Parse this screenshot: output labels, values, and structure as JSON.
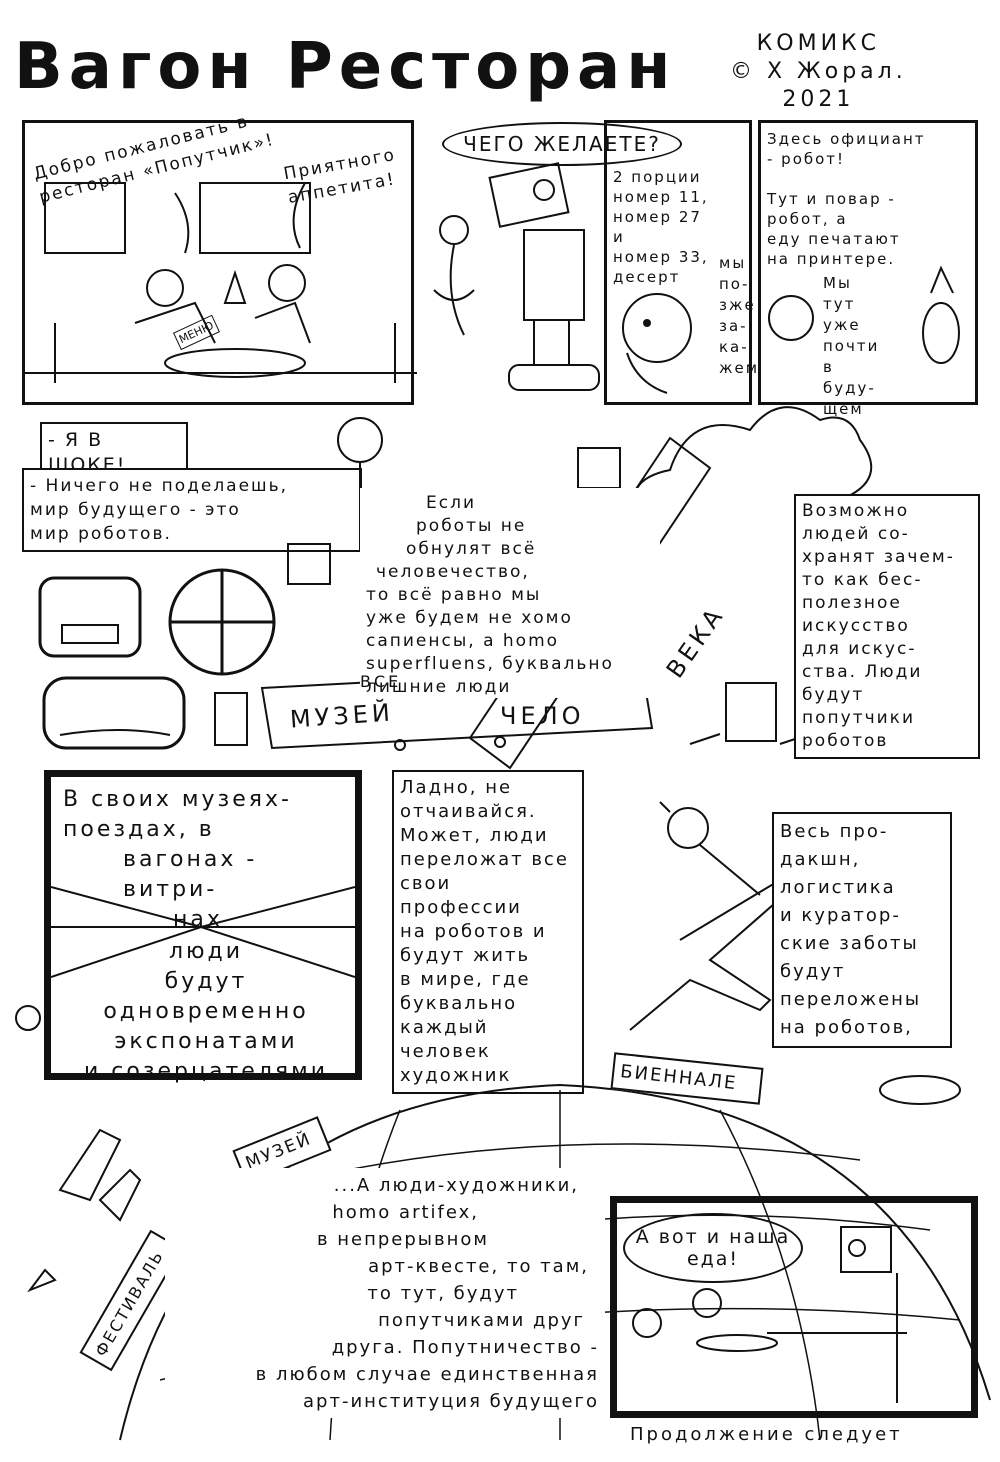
{
  "title": "Вагон Ресторан",
  "credit": [
    "КОМИКС",
    "© Х Жорал.",
    "2021"
  ],
  "row1": {
    "welcome": "Добро пожаловать в ресторан «Попутчик»!",
    "appetite": "Приятного аппетита!",
    "menu": "МЕНЮ",
    "what_wish": "ЧЕГО ЖЕЛАЕТЕ?",
    "order_lines": [
      "2 порции",
      "номер 11,",
      "номер 27 и",
      "номер 33,",
      "десерт"
    ],
    "later_lines": [
      "мы",
      "по-",
      "зже",
      "за-",
      "ка-",
      "жем"
    ],
    "waiter_lines": [
      "Здесь официант",
      "- робот!"
    ],
    "cook_lines": [
      "Тут и повар -",
      "робот, а",
      "еду печатают",
      "на принтере."
    ],
    "future_lines": [
      "Мы",
      "тут",
      "уже",
      "почти",
      "в буду-",
      "щем"
    ]
  },
  "row2": {
    "shock": "- Я В ШОКЕ!",
    "nothing_lines": [
      "- Ничего не поделаешь,",
      "мир будущего - это",
      "мир роботов."
    ],
    "zero_lines": [
      "Если",
      "роботы не",
      "обнулят всё",
      "человечество,",
      "то всё равно мы",
      "уже будем не хомо",
      "сапиенсы, а homo",
      "superfluens, буквально",
      "лишние люди"
    ],
    "maybe_lines": [
      "Возможно",
      "людей со-",
      "хранят зачем-",
      "то как бес-",
      "полезное",
      "искусство",
      "для искус-",
      "ства. Люди",
      "будут",
      "попутчики",
      "роботов"
    ],
    "train_cars": [
      "ВСЕ",
      "МУЗЕЙ",
      "ЧЕЛО",
      "ВЕКА"
    ]
  },
  "row3": {
    "museum_lines": [
      "В своих музеях-",
      "поездах, в",
      "вагонах - витри-",
      "нах"
    ],
    "people_lines": [
      "люди",
      "будут",
      "одновременно",
      "экспонатами",
      "и созерцателями"
    ],
    "calm_lines": [
      "Ладно, не",
      "отчаивайся.",
      "Может, люди",
      "переложат все",
      "свои профессии",
      "на роботов и",
      "будут жить",
      "в мире, где",
      "буквально",
      "каждый",
      "человек",
      "художник"
    ],
    "production_lines": [
      "Весь про-",
      "дакшн,",
      "логистика",
      "и куратор-",
      "ские заботы",
      "будут",
      "переложены",
      "на роботов,"
    ]
  },
  "row4": {
    "biennale": "БИЕННАЛЕ",
    "museum_sign": "МУЗЕЙ",
    "festival": "ФЕСТИВАЛЬ",
    "artifex_lines": [
      "...А люди-художники,",
      "homo artifex,",
      "в непрерывном",
      "арт-квесте, то там,",
      "то тут, будут",
      "попутчиками друг",
      "друга. Попутничество -",
      "в любом случае единственная",
      "арт-институция будущего"
    ],
    "food": "А вот и наша еда!",
    "continued": "Продолжение следует"
  }
}
